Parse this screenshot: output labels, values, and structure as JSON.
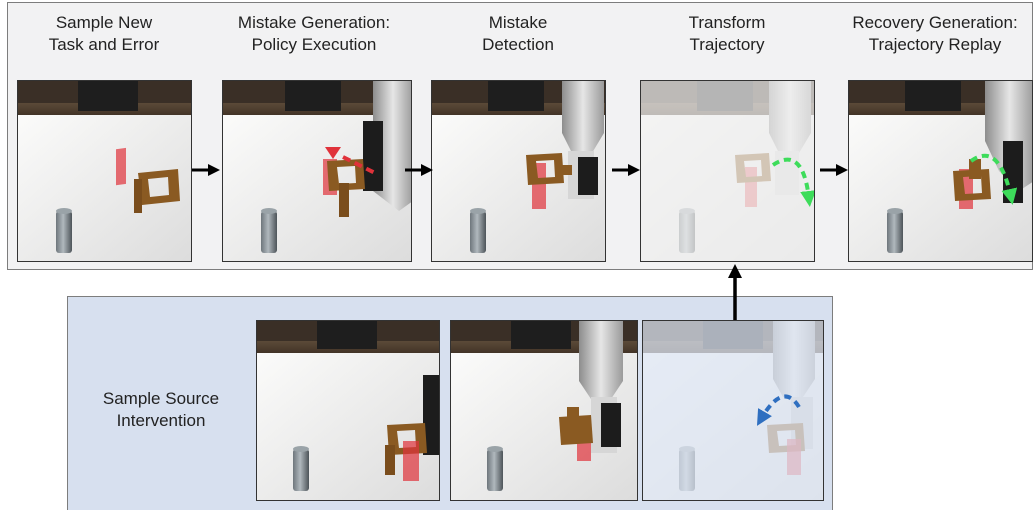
{
  "stages": [
    {
      "line1": "Sample New",
      "line2": "Task and Error"
    },
    {
      "line1": "Mistake Generation:",
      "line2": "Policy Execution"
    },
    {
      "line1": "Mistake",
      "line2": "Detection"
    },
    {
      "line1": "Transform",
      "line2": "Trajectory"
    },
    {
      "line1": "Recovery Generation:",
      "line2": "Trajectory Replay"
    }
  ],
  "source": {
    "line1": "Sample Source",
    "line2": "Intervention"
  },
  "colors": {
    "top_panel_bg": "#f2f2f3",
    "source_panel_bg": "#d7e0ef",
    "wood": "#8a5a22",
    "red_marker": "#e0323a",
    "green_arrow": "#3ddc5a",
    "blue_arrow": "#2f6fc0"
  }
}
